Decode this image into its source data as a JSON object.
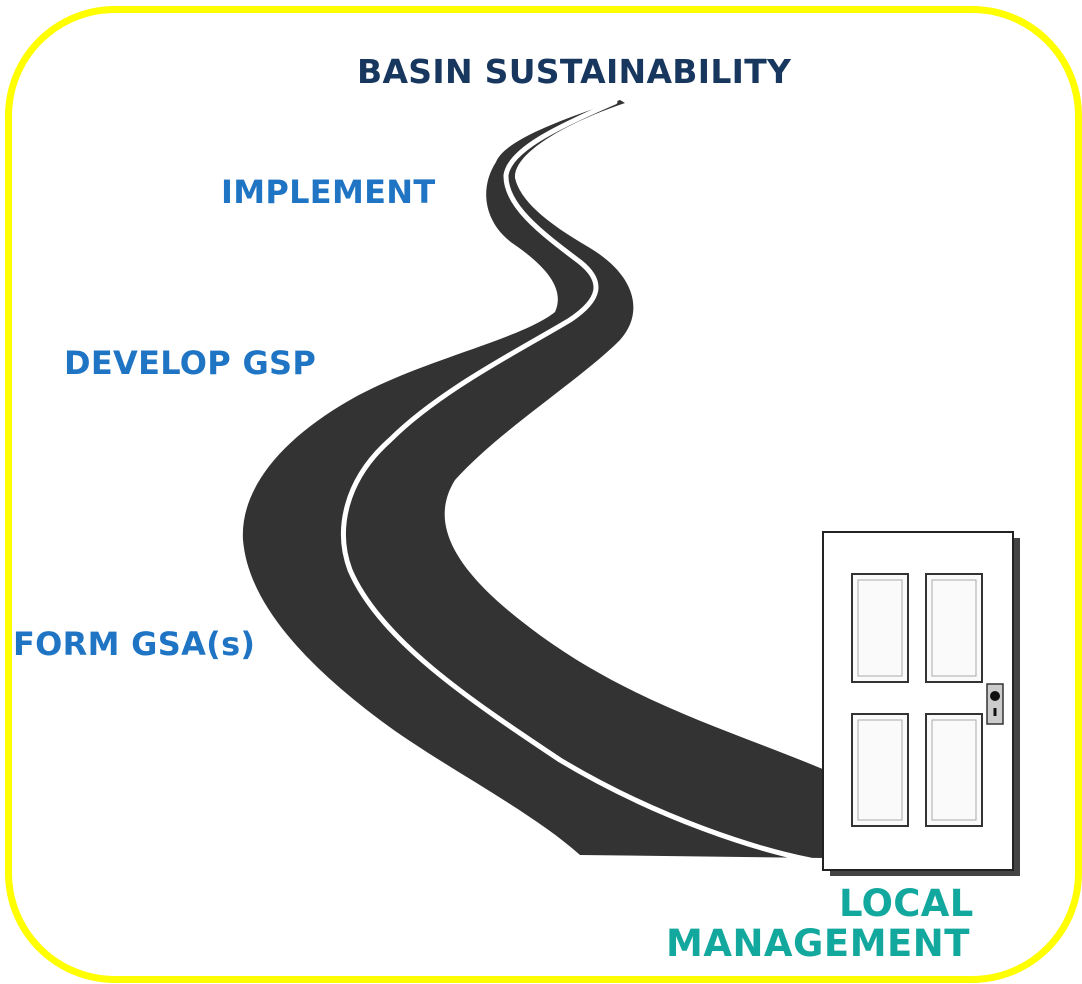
{
  "labels": {
    "goal": "BASIN SUSTAINABILITY",
    "implement": "IMPLEMENT",
    "develop": "DEVELOP GSP",
    "form": "FORM GSA(s)",
    "local_line1": "LOCAL",
    "local_line2": "MANAGEMENT"
  },
  "colors": {
    "frame": "#ffff00",
    "road": "#333333",
    "goal_text": "#17375e",
    "step_text": "#1f74c4",
    "local_text": "#13a89e"
  },
  "icons": [
    "road-icon",
    "door-icon",
    "doorknob-icon"
  ]
}
